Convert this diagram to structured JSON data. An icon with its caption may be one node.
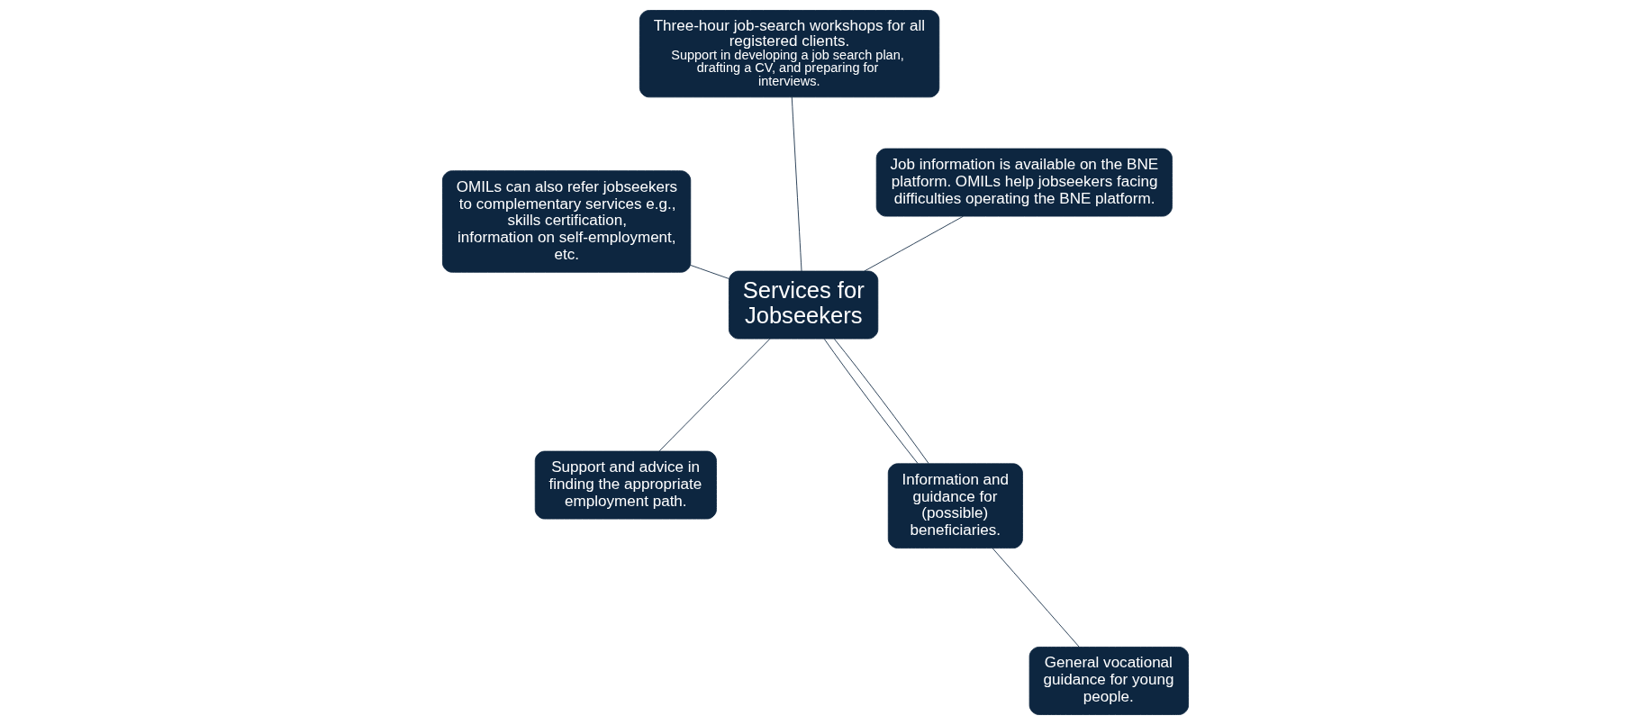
{
  "diagram": {
    "nodes": [
      {
        "text": [
          "Services for Jobseekers"
        ]
      },
      {
        "text": [
          "Job information is available on the BNE platform. OMILs help jobseekers facing difficulties operating the BNE platform."
        ]
      },
      {
        "text": [
          "Information and guidance for (possible) beneficiaries."
        ]
      },
      {
        "text": [
          "OMILs can also refer jobseekers to complementary services e.g., skills certification, information on self-employment, etc."
        ]
      },
      {
        "text": [
          "General vocational guidance for young people."
        ]
      },
      {
        "text": [
          "Three-hour job-search workshops for all registered clients.",
          "Support in developing a job search plan, drafting a CV, and preparing for interviews."
        ]
      },
      {
        "text": [
          "Support and advice in finding the appropriate employment path."
        ]
      }
    ],
    "edges": [
      {
        "from": 0,
        "to": 1,
        "arrow": "none"
      },
      {
        "from": 0,
        "to": 2,
        "arrow": "none"
      },
      {
        "from": 0,
        "to": 2,
        "arrow": "none"
      },
      {
        "from": 0,
        "to": 3,
        "arrow": "none"
      },
      {
        "from": 2,
        "to": 4,
        "arrow": "none"
      },
      {
        "from": 0,
        "to": 5,
        "arrow": "none"
      },
      {
        "from": 0,
        "to": 6,
        "arrow": "none"
      }
    ]
  }
}
